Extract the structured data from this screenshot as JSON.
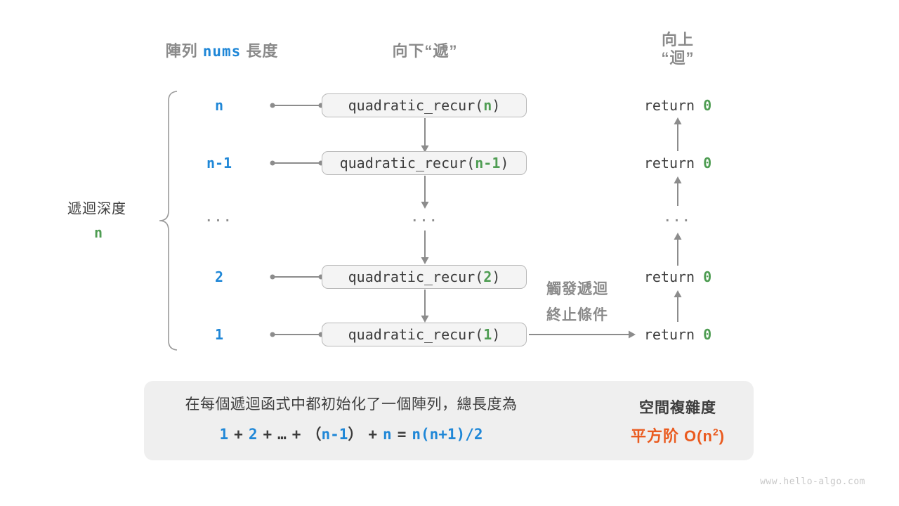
{
  "colors": {
    "blue": "#1f87d7",
    "green": "#4f9d53",
    "orange": "#ea5b1f",
    "gray_label": "#8a8a8a",
    "dark_text": "#3c3c3c",
    "arrow_gray": "#8c8c8c",
    "box_fill": "#f4f4f4",
    "box_border": "#b9b9b9",
    "summary_fill": "#efefef"
  },
  "header": {
    "col1_prefix": "陣列",
    "col1_code": "nums",
    "col1_suffix": "長度",
    "col2": "向下“遞”",
    "col3_line1": "向上",
    "col3_line2": "“迴”"
  },
  "left_brace": {
    "label": "遞迴深度",
    "value": "n"
  },
  "rows": [
    {
      "label": "n",
      "call_pre": "quadratic_recur(",
      "arg": "n",
      "call_post": ")",
      "ret": "return ",
      "ret_val": "0"
    },
    {
      "label": "n-1",
      "call_pre": "quadratic_recur(",
      "arg": "n-1",
      "call_post": ")",
      "ret": "return ",
      "ret_val": "0"
    },
    {
      "dots": "..."
    },
    {
      "label": "2",
      "call_pre": "quadratic_recur(",
      "arg": "2",
      "call_post": ")",
      "ret": "return ",
      "ret_val": "0"
    },
    {
      "label": "1",
      "call_pre": "quadratic_recur(",
      "arg": "1",
      "call_post": ")",
      "ret": "return ",
      "ret_val": "0"
    }
  ],
  "terminate_note": {
    "line1": "觸發遞迴",
    "line2": "終止條件"
  },
  "summary": {
    "line1": "在每個遞迴函式中都初始化了一個陣列，總長度為",
    "formula": {
      "t1": "1",
      "op1": "+",
      "t2": "2",
      "op2": "+",
      "dots": "…",
      "op3": "+",
      "lp": "（",
      "t3": "n-1",
      "rp": "）",
      "op4": "+",
      "t4": "n",
      "eq": "=",
      "t5": "n(n+1)/2"
    },
    "space_title": "空間複雜度",
    "space_value_pre": "平方阶 O(n",
    "space_value_sup": "2",
    "space_value_post": ")"
  },
  "watermark": "www.hello-algo.com"
}
